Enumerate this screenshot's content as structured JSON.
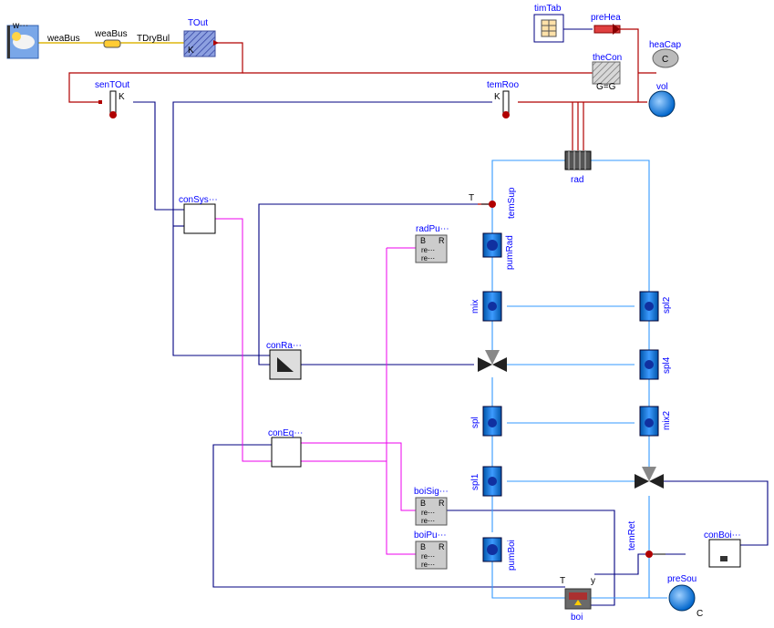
{
  "labels": {
    "weaDat": "w⋯",
    "weaBus_line": "weaBus",
    "weaBus_node": "weaBus",
    "TDryBul": "TDryBul",
    "TOut": "TOut",
    "K1": "K",
    "timTab": "timTab",
    "preHea": "preHea",
    "heaCap": "heaCap",
    "theCon": "theCon",
    "GG": "G=G",
    "vol": "vol",
    "senTOut": "senTOut",
    "K2": "K",
    "temRoo": "temRoo",
    "K3": "K",
    "rad": "rad",
    "conSys": "conSys⋯",
    "temSup": "temSup",
    "T1": "T",
    "radPu": "radPu⋯",
    "pumRad": "pumRad",
    "mix": "mix",
    "spl2": "spl2",
    "conRa": "conRa⋯",
    "spl4": "spl4",
    "conEq": "conEq⋯",
    "spl": "spl",
    "mix2": "mix2",
    "spl1": "spl1",
    "boiSig": "boiSig⋯",
    "boiPu": "boiPu⋯",
    "pumBoi": "pumBoi",
    "temRet": "temRet",
    "conBoi": "conBoi⋯",
    "preSou": "preSou",
    "T2": "T",
    "y": "y",
    "boi": "boi",
    "B": "B",
    "R": "R",
    "re": "re⋯",
    "C": "C"
  },
  "colors": {
    "fluid": "#3399ff",
    "signal": "#000080",
    "heat": "#b00000",
    "boolean": "#ff00ff",
    "weather": "#ffcc00",
    "label": "#0000ff"
  }
}
